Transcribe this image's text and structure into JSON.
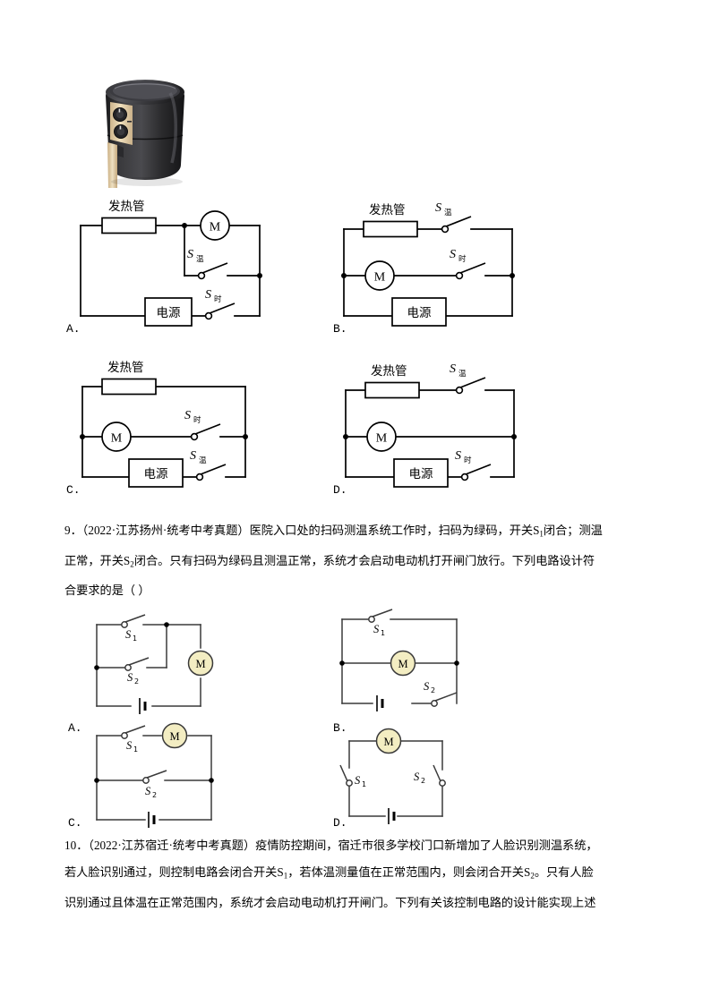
{
  "document": {
    "type": "physics-exam-worksheet",
    "language": "zh-CN"
  },
  "appliance_image": {
    "name": "air-fryer",
    "body_color": "#2b2b2d",
    "panel_color": "#e4cfa4",
    "handle_color": "#e0c89c"
  },
  "question_8": {
    "labels": {
      "heater": "发热管",
      "power": "电源",
      "motor": "M",
      "switch_temp": "S",
      "switch_temp_sub": "温",
      "switch_time": "S",
      "switch_time_sub": "时"
    },
    "options": [
      {
        "letter": "A.",
        "id": "q8-option-a"
      },
      {
        "letter": "B.",
        "id": "q8-option-b"
      },
      {
        "letter": "C.",
        "id": "q8-option-c"
      },
      {
        "letter": "D.",
        "id": "q8-option-d"
      }
    ]
  },
  "question_9": {
    "text_line_1": "9．（2022·江苏扬州·统考中考真题）医院入口处的扫码测温系统工作时，扫码为绿码，开关S",
    "text_line_1b": "闭合；测温",
    "text_line_2a": "正常，开关S",
    "text_line_2b": "闭合。只有扫码为绿码且测温正常，系统才会启动电动机打开闸门放行。下列电路设计符",
    "text_line_3": "合要求的是（      ）",
    "sub1": "1",
    "sub2": "2",
    "labels": {
      "motor": "M",
      "switch_1": "S",
      "switch_1_sub": "1",
      "switch_2": "S",
      "switch_2_sub": "2"
    },
    "options": [
      {
        "letter": "A.",
        "id": "q9-option-a"
      },
      {
        "letter": "B.",
        "id": "q9-option-b"
      },
      {
        "letter": "C.",
        "id": "q9-option-c"
      },
      {
        "letter": "D.",
        "id": "q9-option-d"
      }
    ]
  },
  "question_10": {
    "text_line_1": "10．（2022·江苏宿迁·统考中考真题）疫情防控期间，宿迁市很多学校门口新增加了人脸识别测温系统，",
    "text_line_2a": "若人脸识别通过，则控制电路会闭合开关S",
    "text_line_2b": "，若体温测量值在正常范围内，则会闭合开关S",
    "text_line_2c": "。只有人脸",
    "text_line_3": "识别通过且体温在正常范围内，系统才会启动电动机打开闸门。下列有关该控制电路的设计能实现上述",
    "sub1": "1",
    "sub2": "2"
  },
  "colors": {
    "motor_fill": "#f3edc2",
    "wire": "#000000",
    "background": "#ffffff"
  }
}
